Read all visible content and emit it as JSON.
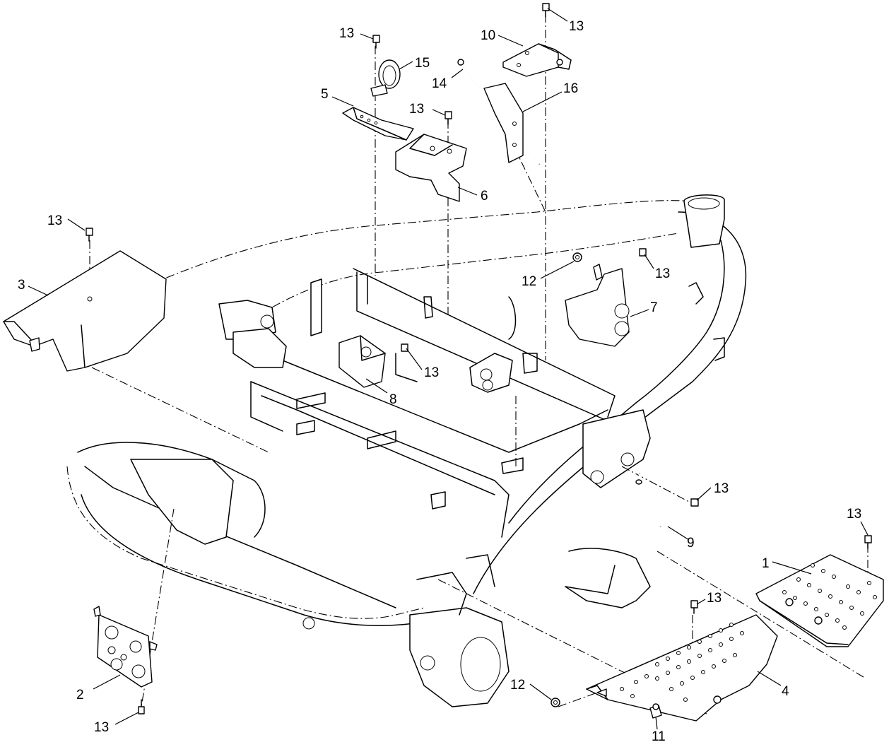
{
  "callouts": {
    "c1": "1",
    "c2": "2",
    "c3": "3",
    "c4": "4",
    "c5": "5",
    "c6": "6",
    "c7": "7",
    "c8": "8",
    "c9": "9",
    "c10": "10",
    "c11": "11",
    "c12a": "12",
    "c12b": "12",
    "c13a": "13",
    "c13b": "13",
    "c13c": "13",
    "c13d": "13",
    "c13e": "13",
    "c13f": "13",
    "c13g": "13",
    "c13h": "13",
    "c13i": "13",
    "c13j": "13",
    "c14": "14",
    "c15": "15",
    "c16": "16"
  }
}
